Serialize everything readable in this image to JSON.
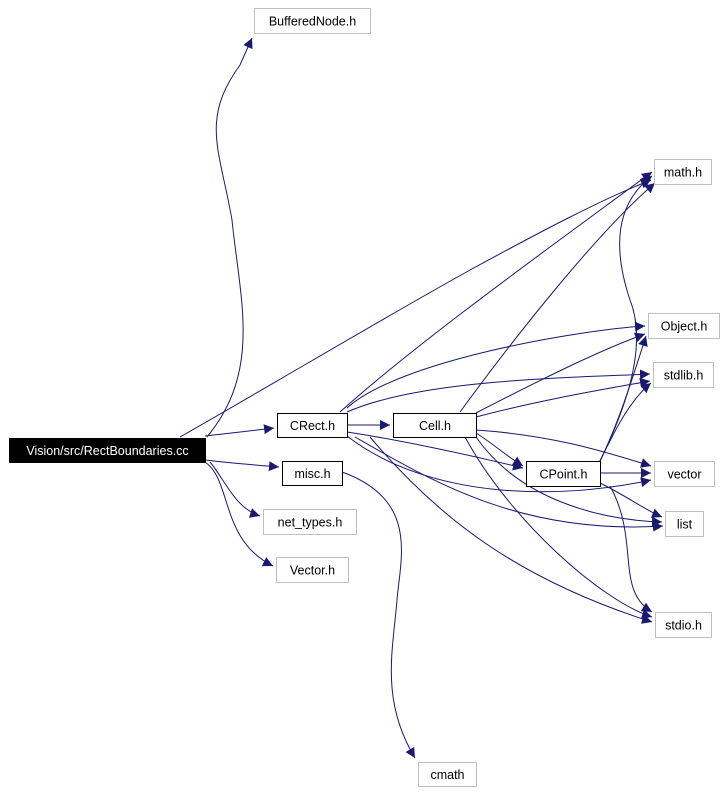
{
  "colors": {
    "edge": "#191970",
    "node_border_gray": "#bfbfbf",
    "node_border_black": "#000000",
    "root_fill": "#000000",
    "root_text": "#ffffff",
    "text": "#000000"
  },
  "nodes": [
    {
      "id": "root",
      "label": "Vision/src/RectBoundaries.cc",
      "style": "root"
    },
    {
      "id": "buffered",
      "label": "BufferedNode.h",
      "style": "gray"
    },
    {
      "id": "mathh",
      "label": "math.h",
      "style": "gray"
    },
    {
      "id": "object",
      "label": "Object.h",
      "style": "gray"
    },
    {
      "id": "stdlib",
      "label": "stdlib.h",
      "style": "gray"
    },
    {
      "id": "crect",
      "label": "CRect.h",
      "style": "black"
    },
    {
      "id": "cell",
      "label": "Cell.h",
      "style": "black"
    },
    {
      "id": "cpoint",
      "label": "CPoint.h",
      "style": "black"
    },
    {
      "id": "vector",
      "label": "vector",
      "style": "gray"
    },
    {
      "id": "misc",
      "label": "misc.h",
      "style": "black"
    },
    {
      "id": "list",
      "label": "list",
      "style": "gray"
    },
    {
      "id": "nettypes",
      "label": "net_types.h",
      "style": "gray"
    },
    {
      "id": "vectorh",
      "label": "Vector.h",
      "style": "gray"
    },
    {
      "id": "stdio",
      "label": "stdio.h",
      "style": "gray"
    },
    {
      "id": "cmath",
      "label": "cmath",
      "style": "gray"
    }
  ],
  "edges": [
    [
      "root",
      "buffered"
    ],
    [
      "root",
      "mathh"
    ],
    [
      "root",
      "crect"
    ],
    [
      "root",
      "misc"
    ],
    [
      "root",
      "nettypes"
    ],
    [
      "root",
      "vectorh"
    ],
    [
      "crect",
      "mathh"
    ],
    [
      "crect",
      "object"
    ],
    [
      "crect",
      "stdlib"
    ],
    [
      "crect",
      "cell"
    ],
    [
      "crect",
      "cpoint"
    ],
    [
      "crect",
      "vector"
    ],
    [
      "crect",
      "list"
    ],
    [
      "crect",
      "stdio"
    ],
    [
      "cell",
      "mathh"
    ],
    [
      "cell",
      "object"
    ],
    [
      "cell",
      "stdlib"
    ],
    [
      "cell",
      "cpoint"
    ],
    [
      "cell",
      "vector"
    ],
    [
      "cell",
      "list"
    ],
    [
      "cell",
      "stdio"
    ],
    [
      "cpoint",
      "mathh"
    ],
    [
      "cpoint",
      "object"
    ],
    [
      "cpoint",
      "stdlib"
    ],
    [
      "cpoint",
      "vector"
    ],
    [
      "cpoint",
      "list"
    ],
    [
      "cpoint",
      "stdio"
    ],
    [
      "misc",
      "cmath"
    ]
  ]
}
